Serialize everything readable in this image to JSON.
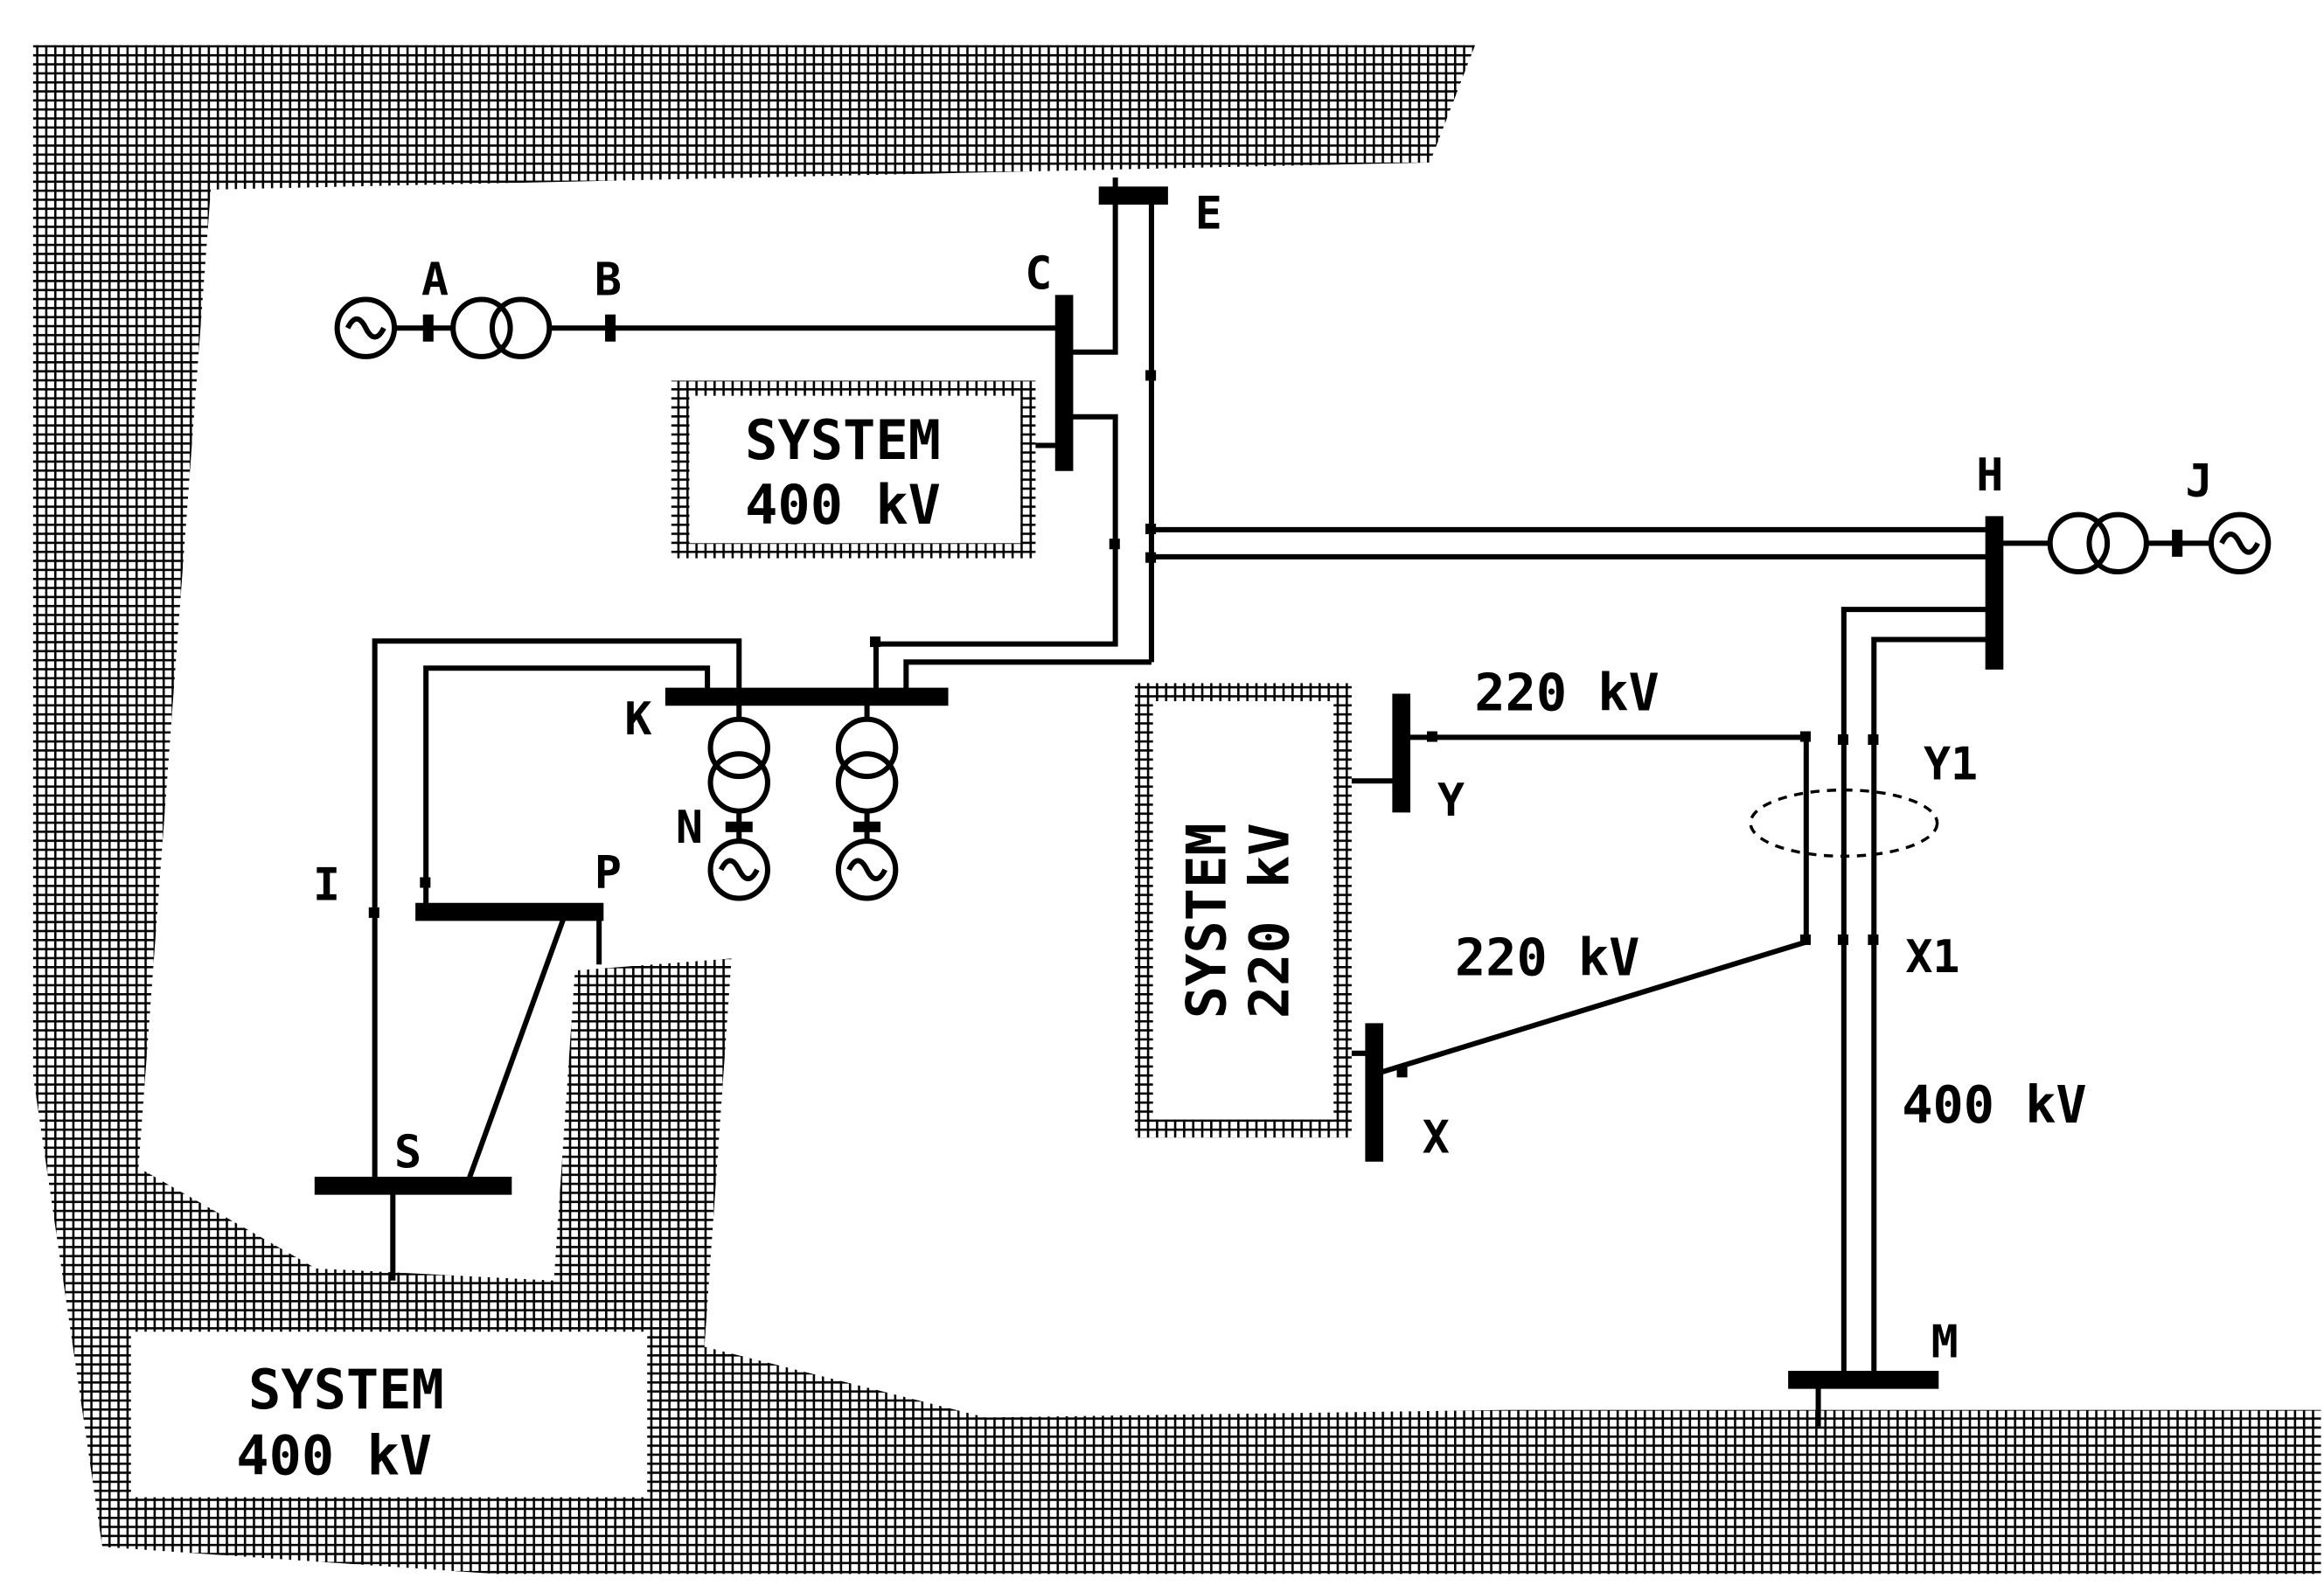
{
  "buses": {
    "A": "A",
    "B": "B",
    "C": "C",
    "E": "E",
    "H": "H",
    "J": "J",
    "K": "K",
    "N": "N",
    "I": "I",
    "P": "P",
    "S": "S",
    "M": "M",
    "Y": "Y",
    "X": "X",
    "Y1": "Y1",
    "X1": "X1"
  },
  "voltage_labels": {
    "y_line": "220 kV",
    "x_line": "220 kV",
    "m_line": "400 kV"
  },
  "systems": {
    "upper": {
      "line1": "SYSTEM",
      "line2": "400 kV"
    },
    "right": {
      "line1": "SYSTEM",
      "line2": "220 kV"
    },
    "lower": {
      "line1": "SYSTEM",
      "line2": "400 kV"
    }
  },
  "colors": {
    "ink": "#000000",
    "background": "#ffffff"
  }
}
